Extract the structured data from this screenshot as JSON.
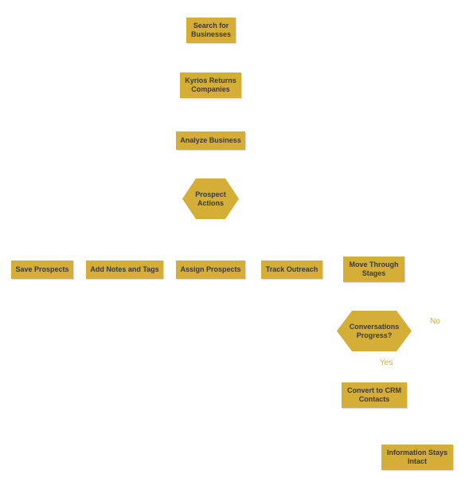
{
  "colors": {
    "node_fill": "#d4ae36",
    "node_text": "#3a3a3a",
    "label_text": "#d4ae36",
    "background": "#ffffff"
  },
  "nodes": {
    "search": "Search for\nBusinesses",
    "returns": "Kyrios Returns\nCompanies",
    "analyze": "Analyze Business",
    "prospect_actions": "Prospect\nActions",
    "save": "Save Prospects",
    "notes": "Add Notes and Tags",
    "assign": "Assign Prospects",
    "track": "Track Outreach",
    "stages": "Move Through\nStages",
    "progress": "Conversations\nProgress?",
    "convert": "Convert to CRM\nContacts",
    "intact": "Information Stays\nIntact"
  },
  "edge_labels": {
    "no": "No",
    "yes": "Yes"
  }
}
